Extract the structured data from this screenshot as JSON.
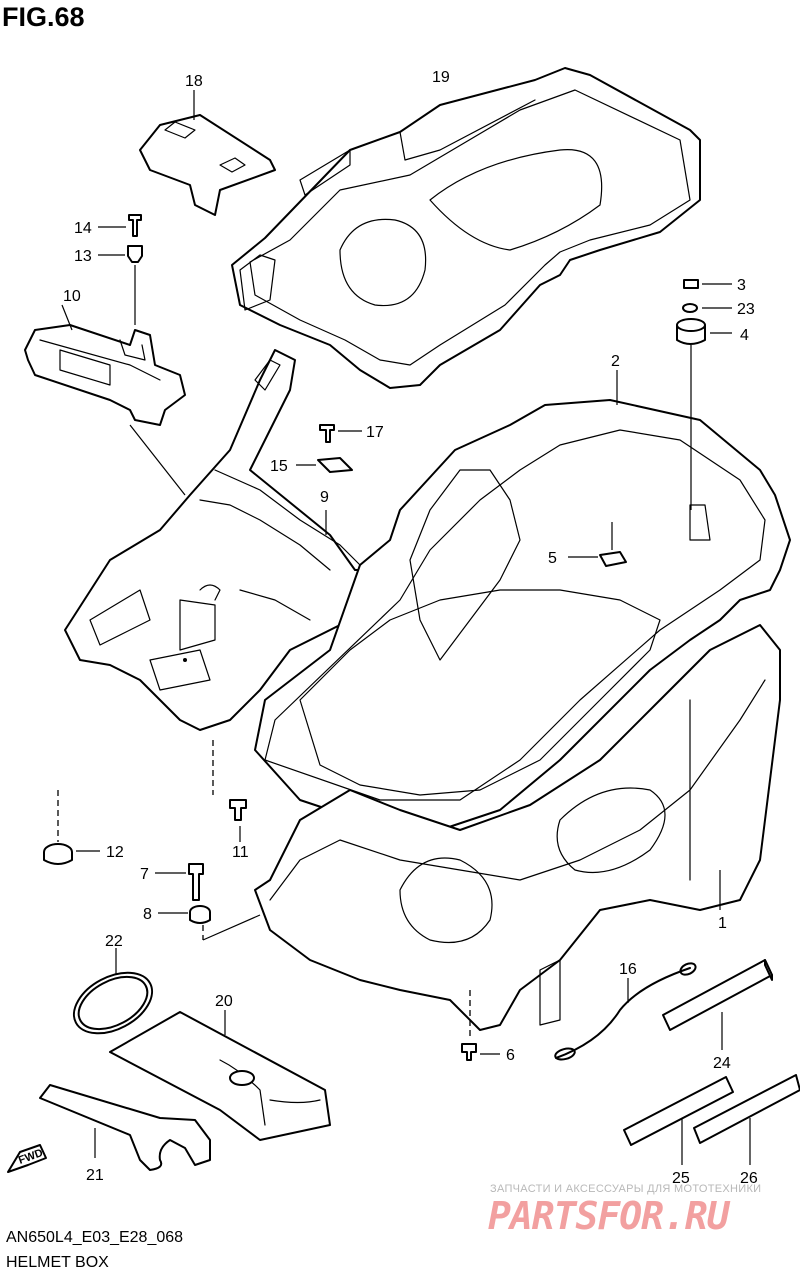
{
  "figure": {
    "title": "FIG.68",
    "model_code": "AN650L4_E03_E28_068",
    "name": "HELMET BOX"
  },
  "direction_marker": "FWD",
  "callouts": [
    {
      "id": "c1",
      "label": "1"
    },
    {
      "id": "c2",
      "label": "2"
    },
    {
      "id": "c3",
      "label": "3"
    },
    {
      "id": "c4",
      "label": "4"
    },
    {
      "id": "c5",
      "label": "5"
    },
    {
      "id": "c6",
      "label": "6"
    },
    {
      "id": "c7",
      "label": "7"
    },
    {
      "id": "c8",
      "label": "8"
    },
    {
      "id": "c9",
      "label": "9"
    },
    {
      "id": "c10",
      "label": "10"
    },
    {
      "id": "c11",
      "label": "11"
    },
    {
      "id": "c12",
      "label": "12"
    },
    {
      "id": "c13",
      "label": "13"
    },
    {
      "id": "c14",
      "label": "14"
    },
    {
      "id": "c15",
      "label": "15"
    },
    {
      "id": "c16",
      "label": "16"
    },
    {
      "id": "c17",
      "label": "17"
    },
    {
      "id": "c18",
      "label": "18"
    },
    {
      "id": "c19",
      "label": "19"
    },
    {
      "id": "c20",
      "label": "20"
    },
    {
      "id": "c21",
      "label": "21"
    },
    {
      "id": "c22",
      "label": "22"
    },
    {
      "id": "c23",
      "label": "23"
    },
    {
      "id": "c24",
      "label": "24"
    },
    {
      "id": "c25",
      "label": "25"
    },
    {
      "id": "c26",
      "label": "26"
    }
  ],
  "watermark": {
    "tagline": "ЗАПЧАСТИ И АКСЕССУАРЫ ДЛЯ МОТОТЕХНИКИ",
    "logo": "PARTSFOR.RU",
    "tagline_color": "#b8b8b8",
    "logo_color": "#f2a0a0"
  }
}
